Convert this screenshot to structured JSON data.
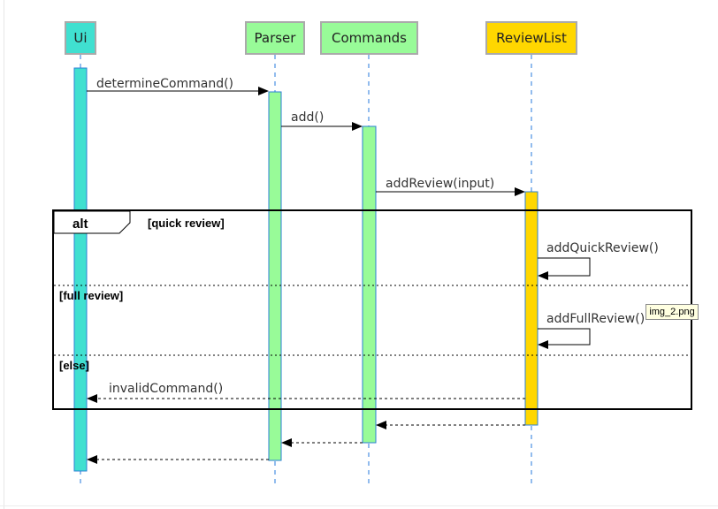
{
  "participants": [
    {
      "id": "ui",
      "label": "Ui",
      "color": "#40e0d0"
    },
    {
      "id": "parser",
      "label": "Parser",
      "color": "#98fb98"
    },
    {
      "id": "commands",
      "label": "Commands",
      "color": "#98fb98"
    },
    {
      "id": "reviewlist",
      "label": "ReviewList",
      "color": "#ffd700"
    }
  ],
  "messages": {
    "determine_command": "determineCommand()",
    "add": "add()",
    "add_review": "addReview(input)",
    "add_quick_review": "addQuickReview()",
    "add_full_review": "addFullReview()",
    "invalid_command": "invalidCommand()"
  },
  "fragment": {
    "operator": "alt",
    "guards": [
      "[quick review]",
      "[full review]",
      "[else]"
    ]
  },
  "tooltip": "img_2.png"
}
